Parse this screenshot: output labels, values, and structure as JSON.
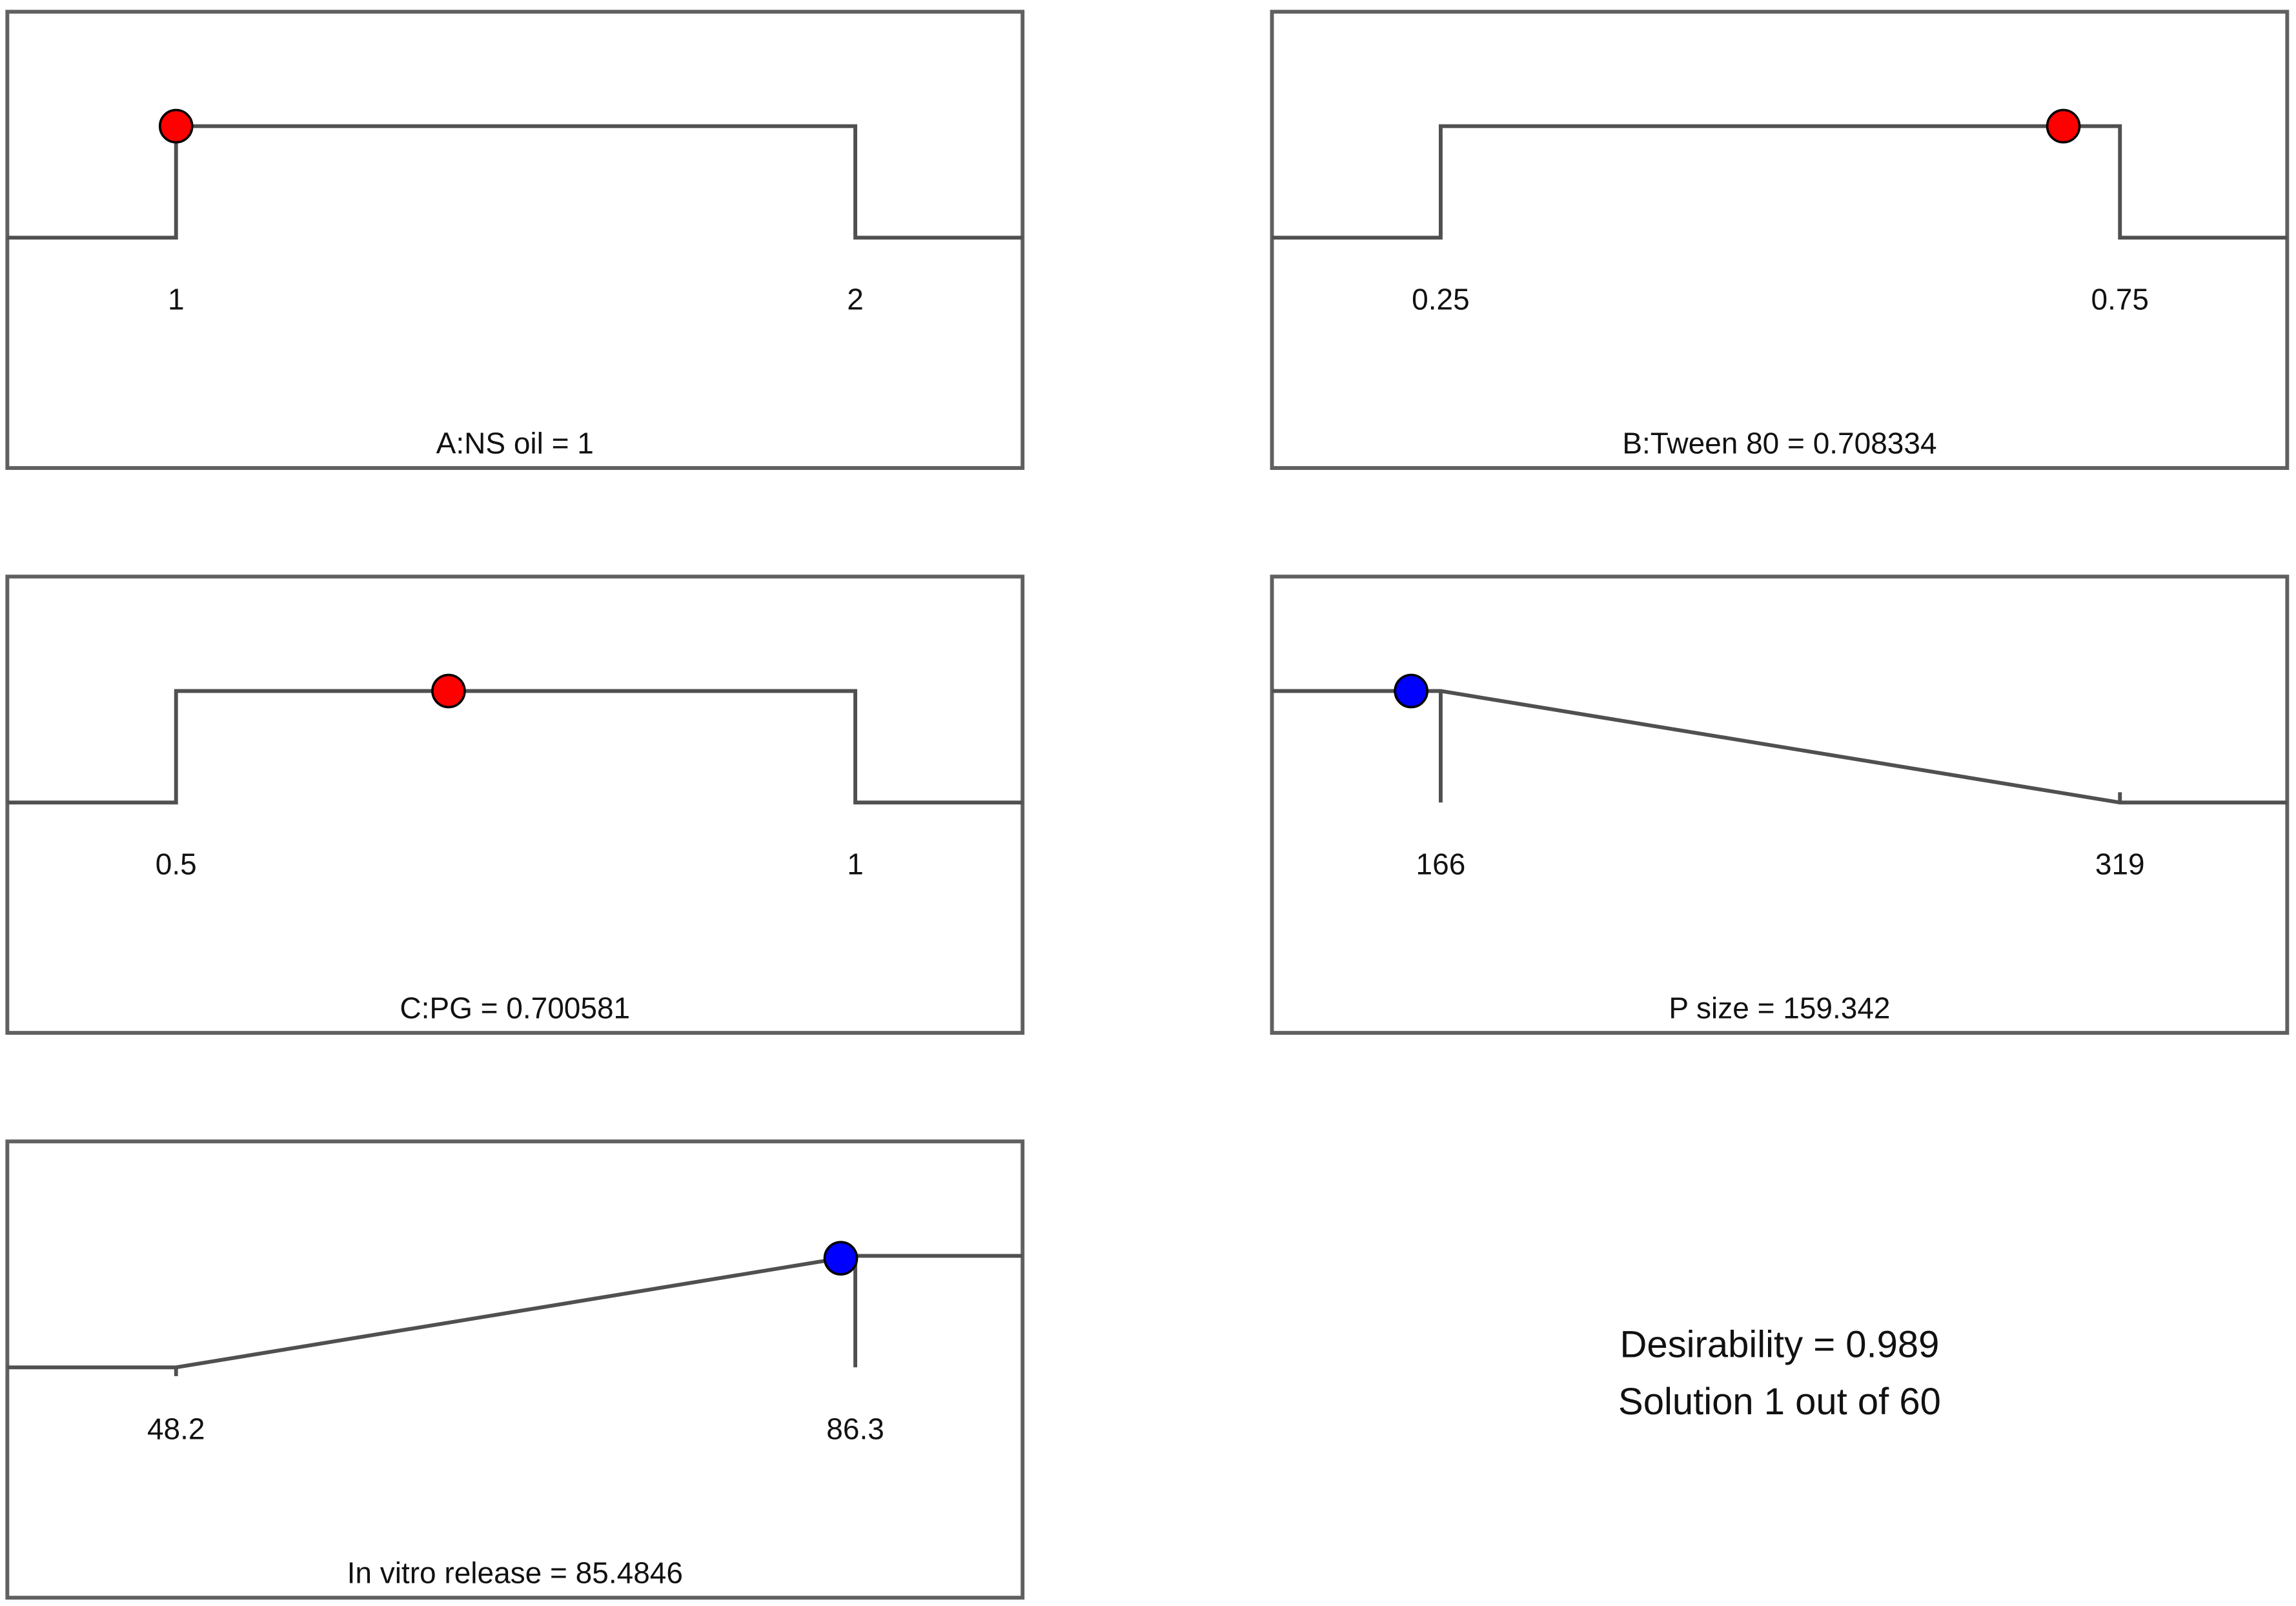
{
  "colors": {
    "factor_point": "#ff0000",
    "response_point": "#0000ff",
    "line": "#505050",
    "frame": "#606060"
  },
  "chart_data": [
    {
      "type": "ramp",
      "panel": "A:NS oil",
      "label": "A:NS oil = 1",
      "goal": "in range",
      "low": 1,
      "high": 2,
      "low_label": "1",
      "high_label": "2",
      "value": 1,
      "point_color": "red"
    },
    {
      "type": "ramp",
      "panel": "B:Tween 80",
      "label": "B:Tween 80 = 0.708334",
      "goal": "in range",
      "low": 0.25,
      "high": 0.75,
      "low_label": "0.25",
      "high_label": "0.75",
      "value": 0.708334,
      "point_color": "red"
    },
    {
      "type": "ramp",
      "panel": "C:PG",
      "label": "C:PG = 0.700581",
      "goal": "in range",
      "low": 0.5,
      "high": 1,
      "low_label": "0.5",
      "high_label": "1",
      "value": 0.700581,
      "point_color": "red"
    },
    {
      "type": "ramp",
      "panel": "P size",
      "label": "P size = 159.342",
      "goal": "minimize",
      "low": 166,
      "high": 319,
      "low_label": "166",
      "high_label": "319",
      "value": 159.342,
      "point_color": "blue"
    },
    {
      "type": "ramp",
      "panel": "In vitro release",
      "label": "In vitro release = 85.4846",
      "goal": "maximize",
      "low": 48.2,
      "high": 86.3,
      "low_label": "48.2",
      "high_label": "86.3",
      "value": 85.4846,
      "point_color": "blue"
    }
  ],
  "summary": {
    "desirability": "Desirability = 0.989",
    "solution": "Solution 1 out of 60"
  }
}
